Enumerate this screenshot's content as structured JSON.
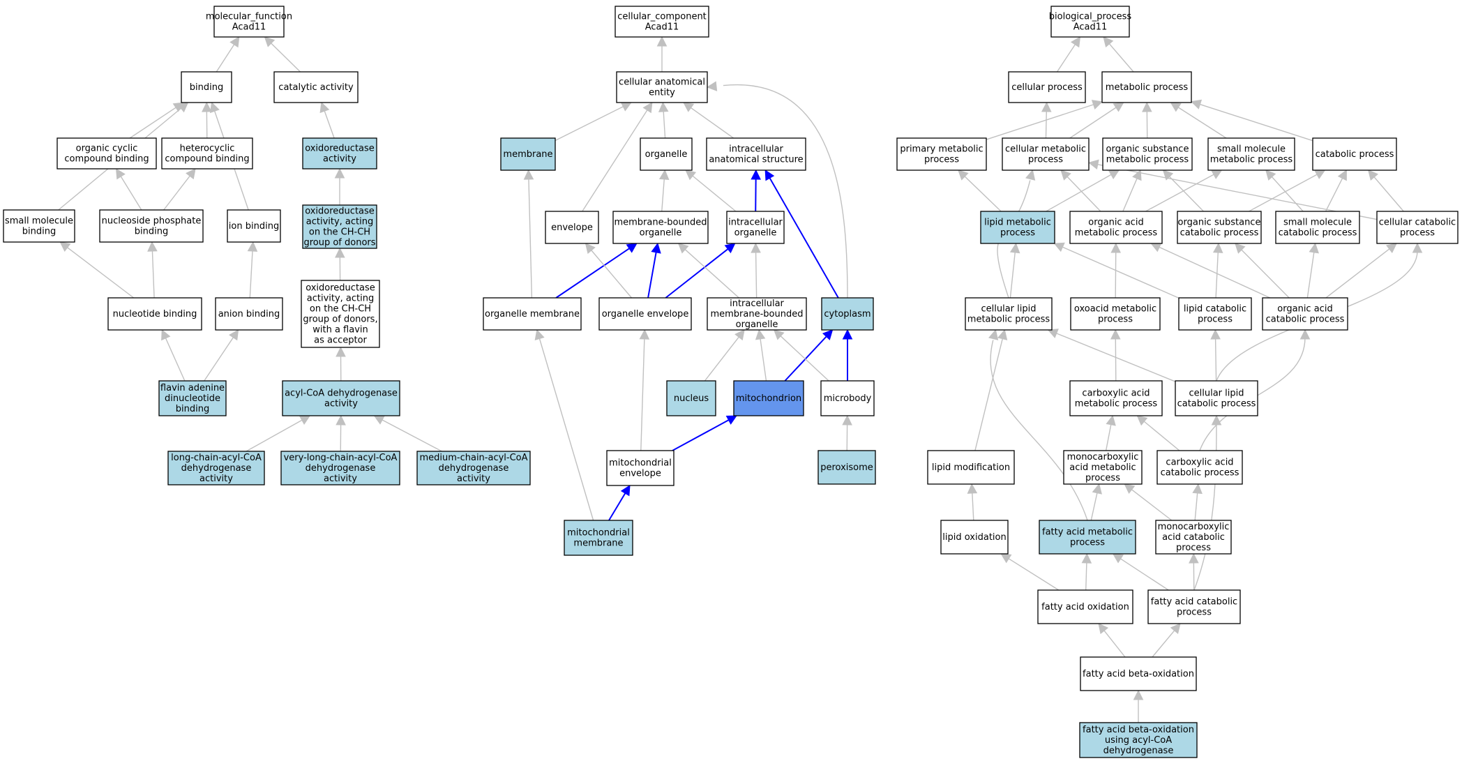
{
  "graph": {
    "colors": {
      "plain_fill": "#ffffff",
      "annotated_fill": "#add8e6",
      "focus_fill": "#6495ed",
      "edge_default": "#c0c0c0",
      "edge_highlight": "#0000ff",
      "border": "#000000"
    },
    "nodes": [
      {
        "id": "mf",
        "lines": [
          "molecular_function",
          "Acad11"
        ],
        "style": "plain"
      },
      {
        "id": "binding",
        "lines": [
          "binding"
        ],
        "style": "plain"
      },
      {
        "id": "catalytic",
        "lines": [
          "catalytic activity"
        ],
        "style": "plain"
      },
      {
        "id": "ocb",
        "lines": [
          "organic cyclic",
          "compound binding"
        ],
        "style": "plain"
      },
      {
        "id": "hcb",
        "lines": [
          "heterocyclic",
          "compound binding"
        ],
        "style": "plain"
      },
      {
        "id": "oxred",
        "lines": [
          "oxidoreductase",
          "activity"
        ],
        "style": "annotated"
      },
      {
        "id": "smb",
        "lines": [
          "small molecule",
          "binding"
        ],
        "style": "plain"
      },
      {
        "id": "npb",
        "lines": [
          "nucleoside phosphate",
          "binding"
        ],
        "style": "plain"
      },
      {
        "id": "ionb",
        "lines": [
          "ion binding"
        ],
        "style": "plain"
      },
      {
        "id": "oxch",
        "lines": [
          "oxidoreductase",
          "activity, acting",
          "on the CH-CH",
          "group of donors"
        ],
        "style": "annotated"
      },
      {
        "id": "nucb",
        "lines": [
          "nucleotide binding"
        ],
        "style": "plain"
      },
      {
        "id": "anionb",
        "lines": [
          "anion binding"
        ],
        "style": "plain"
      },
      {
        "id": "oxchf",
        "lines": [
          "oxidoreductase",
          "activity, acting",
          "on the CH-CH",
          "group of donors,",
          "with a flavin",
          "as acceptor"
        ],
        "style": "plain"
      },
      {
        "id": "fad",
        "lines": [
          "flavin adenine",
          "dinucleotide",
          "binding"
        ],
        "style": "annotated"
      },
      {
        "id": "acyl",
        "lines": [
          "acyl-CoA dehydrogenase",
          "activity"
        ],
        "style": "annotated"
      },
      {
        "id": "lcacd",
        "lines": [
          "long-chain-acyl-CoA",
          "dehydrogenase",
          "activity"
        ],
        "style": "annotated"
      },
      {
        "id": "vlcacd",
        "lines": [
          "very-long-chain-acyl-CoA",
          "dehydrogenase",
          "activity"
        ],
        "style": "annotated"
      },
      {
        "id": "mcacd",
        "lines": [
          "medium-chain-acyl-CoA",
          "dehydrogenase",
          "activity"
        ],
        "style": "annotated"
      },
      {
        "id": "cc",
        "lines": [
          "cellular_component",
          "Acad11"
        ],
        "style": "plain"
      },
      {
        "id": "cae",
        "lines": [
          "cellular anatomical",
          "entity"
        ],
        "style": "plain"
      },
      {
        "id": "membrane",
        "lines": [
          "membrane"
        ],
        "style": "annotated"
      },
      {
        "id": "organelle",
        "lines": [
          "organelle"
        ],
        "style": "plain"
      },
      {
        "id": "ias",
        "lines": [
          "intracellular",
          "anatomical structure"
        ],
        "style": "plain"
      },
      {
        "id": "envelope",
        "lines": [
          "envelope"
        ],
        "style": "plain"
      },
      {
        "id": "mbo",
        "lines": [
          "membrane-bounded",
          "organelle"
        ],
        "style": "plain"
      },
      {
        "id": "io",
        "lines": [
          "intracellular",
          "organelle"
        ],
        "style": "plain"
      },
      {
        "id": "om",
        "lines": [
          "organelle membrane"
        ],
        "style": "plain"
      },
      {
        "id": "oe",
        "lines": [
          "organelle envelope"
        ],
        "style": "plain"
      },
      {
        "id": "imbo",
        "lines": [
          "intracellular",
          "membrane-bounded",
          "organelle"
        ],
        "style": "plain"
      },
      {
        "id": "cytoplasm",
        "lines": [
          "cytoplasm"
        ],
        "style": "annotated"
      },
      {
        "id": "nucleus",
        "lines": [
          "nucleus"
        ],
        "style": "annotated"
      },
      {
        "id": "mito",
        "lines": [
          "mitochondrion"
        ],
        "style": "focus"
      },
      {
        "id": "microbody",
        "lines": [
          "microbody"
        ],
        "style": "plain"
      },
      {
        "id": "peroxisome",
        "lines": [
          "peroxisome"
        ],
        "style": "annotated"
      },
      {
        "id": "mitoenv",
        "lines": [
          "mitochondrial",
          "envelope"
        ],
        "style": "plain"
      },
      {
        "id": "mitomem",
        "lines": [
          "mitochondrial",
          "membrane"
        ],
        "style": "annotated"
      },
      {
        "id": "bp",
        "lines": [
          "biological_process",
          "Acad11"
        ],
        "style": "plain"
      },
      {
        "id": "cp",
        "lines": [
          "cellular process"
        ],
        "style": "plain"
      },
      {
        "id": "mp",
        "lines": [
          "metabolic process"
        ],
        "style": "plain"
      },
      {
        "id": "pmp",
        "lines": [
          "primary metabolic",
          "process"
        ],
        "style": "plain"
      },
      {
        "id": "cmp",
        "lines": [
          "cellular metabolic",
          "process"
        ],
        "style": "plain"
      },
      {
        "id": "osmp",
        "lines": [
          "organic substance",
          "metabolic process"
        ],
        "style": "plain"
      },
      {
        "id": "smmp",
        "lines": [
          "small molecule",
          "metabolic process"
        ],
        "style": "plain"
      },
      {
        "id": "catp",
        "lines": [
          "catabolic process"
        ],
        "style": "plain"
      },
      {
        "id": "lmp",
        "lines": [
          "lipid metabolic",
          "process"
        ],
        "style": "annotated"
      },
      {
        "id": "oamp",
        "lines": [
          "organic acid",
          "metabolic process"
        ],
        "style": "plain"
      },
      {
        "id": "oscp",
        "lines": [
          "organic substance",
          "catabolic process"
        ],
        "style": "plain"
      },
      {
        "id": "smcp",
        "lines": [
          "small molecule",
          "catabolic process"
        ],
        "style": "plain"
      },
      {
        "id": "ccp",
        "lines": [
          "cellular catabolic",
          "process"
        ],
        "style": "plain"
      },
      {
        "id": "clmp",
        "lines": [
          "cellular lipid",
          "metabolic process"
        ],
        "style": "plain"
      },
      {
        "id": "oxmp",
        "lines": [
          "oxoacid metabolic",
          "process"
        ],
        "style": "plain"
      },
      {
        "id": "lcp",
        "lines": [
          "lipid catabolic",
          "process"
        ],
        "style": "plain"
      },
      {
        "id": "oacp",
        "lines": [
          "organic acid",
          "catabolic process"
        ],
        "style": "plain"
      },
      {
        "id": "camp",
        "lines": [
          "carboxylic acid",
          "metabolic process"
        ],
        "style": "plain"
      },
      {
        "id": "clcp",
        "lines": [
          "cellular lipid",
          "catabolic process"
        ],
        "style": "plain"
      },
      {
        "id": "lmod",
        "lines": [
          "lipid modification"
        ],
        "style": "plain"
      },
      {
        "id": "mamp",
        "lines": [
          "monocarboxylic",
          "acid metabolic",
          "process"
        ],
        "style": "plain"
      },
      {
        "id": "cacp",
        "lines": [
          "carboxylic acid",
          "catabolic process"
        ],
        "style": "plain"
      },
      {
        "id": "lox",
        "lines": [
          "lipid oxidation"
        ],
        "style": "plain"
      },
      {
        "id": "famp",
        "lines": [
          "fatty acid metabolic",
          "process"
        ],
        "style": "annotated"
      },
      {
        "id": "macp",
        "lines": [
          "monocarboxylic",
          "acid catabolic",
          "process"
        ],
        "style": "plain"
      },
      {
        "id": "fao",
        "lines": [
          "fatty acid oxidation"
        ],
        "style": "plain"
      },
      {
        "id": "facp",
        "lines": [
          "fatty acid catabolic",
          "process"
        ],
        "style": "plain"
      },
      {
        "id": "fabo",
        "lines": [
          "fatty acid beta-oxidation"
        ],
        "style": "plain"
      },
      {
        "id": "faboa",
        "lines": [
          "fatty acid beta-oxidation",
          "using acyl-CoA",
          "dehydrogenase"
        ],
        "style": "annotated"
      }
    ],
    "edges": [
      {
        "from": "binding",
        "to": "mf"
      },
      {
        "from": "catalytic",
        "to": "mf"
      },
      {
        "from": "ocb",
        "to": "binding"
      },
      {
        "from": "hcb",
        "to": "binding"
      },
      {
        "from": "smb",
        "to": "binding"
      },
      {
        "from": "ionb",
        "to": "binding"
      },
      {
        "from": "oxred",
        "to": "catalytic"
      },
      {
        "from": "oxch",
        "to": "oxred"
      },
      {
        "from": "npb",
        "to": "ocb"
      },
      {
        "from": "npb",
        "to": "hcb"
      },
      {
        "from": "nucb",
        "to": "smb"
      },
      {
        "from": "nucb",
        "to": "npb"
      },
      {
        "from": "anionb",
        "to": "ionb"
      },
      {
        "from": "oxchf",
        "to": "oxch"
      },
      {
        "from": "fad",
        "to": "nucb"
      },
      {
        "from": "fad",
        "to": "anionb"
      },
      {
        "from": "acyl",
        "to": "oxchf"
      },
      {
        "from": "lcacd",
        "to": "acyl"
      },
      {
        "from": "vlcacd",
        "to": "acyl"
      },
      {
        "from": "mcacd",
        "to": "acyl"
      },
      {
        "from": "cae",
        "to": "cc"
      },
      {
        "from": "membrane",
        "to": "cae"
      },
      {
        "from": "organelle",
        "to": "cae"
      },
      {
        "from": "ias",
        "to": "cae"
      },
      {
        "from": "envelope",
        "to": "cae"
      },
      {
        "from": "cytoplasm",
        "to": "cae",
        "curve": "right"
      },
      {
        "from": "mbo",
        "to": "organelle"
      },
      {
        "from": "io",
        "to": "organelle"
      },
      {
        "from": "io",
        "to": "ias",
        "hl": true
      },
      {
        "from": "cytoplasm",
        "to": "ias",
        "hl": true
      },
      {
        "from": "om",
        "to": "membrane"
      },
      {
        "from": "om",
        "to": "mbo",
        "hl": true
      },
      {
        "from": "oe",
        "to": "mbo",
        "hl": true
      },
      {
        "from": "oe",
        "to": "envelope"
      },
      {
        "from": "oe",
        "to": "io",
        "hl": true
      },
      {
        "from": "imbo",
        "to": "mbo"
      },
      {
        "from": "imbo",
        "to": "io"
      },
      {
        "from": "nucleus",
        "to": "imbo"
      },
      {
        "from": "mito",
        "to": "imbo"
      },
      {
        "from": "mito",
        "to": "cytoplasm",
        "hl": true
      },
      {
        "from": "microbody",
        "to": "imbo"
      },
      {
        "from": "microbody",
        "to": "cytoplasm",
        "hl": true
      },
      {
        "from": "peroxisome",
        "to": "microbody"
      },
      {
        "from": "mitoenv",
        "to": "mito",
        "hl": true
      },
      {
        "from": "mitoenv",
        "to": "oe"
      },
      {
        "from": "mitomem",
        "to": "mitoenv",
        "hl": true
      },
      {
        "from": "mitomem",
        "to": "om"
      },
      {
        "from": "cp",
        "to": "bp"
      },
      {
        "from": "mp",
        "to": "bp"
      },
      {
        "from": "cmp",
        "to": "cp"
      },
      {
        "from": "pmp",
        "to": "mp"
      },
      {
        "from": "cmp",
        "to": "mp"
      },
      {
        "from": "osmp",
        "to": "mp"
      },
      {
        "from": "smmp",
        "to": "mp"
      },
      {
        "from": "catp",
        "to": "mp"
      },
      {
        "from": "lmp",
        "to": "pmp"
      },
      {
        "from": "lmp",
        "to": "osmp"
      },
      {
        "from": "oamp",
        "to": "cmp"
      },
      {
        "from": "oamp",
        "to": "osmp"
      },
      {
        "from": "oamp",
        "to": "smmp"
      },
      {
        "from": "oscp",
        "to": "osmp"
      },
      {
        "from": "oscp",
        "to": "catp"
      },
      {
        "from": "smcp",
        "to": "smmp"
      },
      {
        "from": "smcp",
        "to": "catp"
      },
      {
        "from": "ccp",
        "to": "cmp"
      },
      {
        "from": "ccp",
        "to": "catp"
      },
      {
        "from": "clmp",
        "to": "cmp",
        "curve": "left"
      },
      {
        "from": "clmp",
        "to": "lmp"
      },
      {
        "from": "oxmp",
        "to": "oamp"
      },
      {
        "from": "lcp",
        "to": "lmp"
      },
      {
        "from": "lcp",
        "to": "oscp"
      },
      {
        "from": "oacp",
        "to": "oamp"
      },
      {
        "from": "oacp",
        "to": "oscp"
      },
      {
        "from": "oacp",
        "to": "smcp"
      },
      {
        "from": "oacp",
        "to": "ccp"
      },
      {
        "from": "camp",
        "to": "oxmp"
      },
      {
        "from": "clcp",
        "to": "clmp"
      },
      {
        "from": "clcp",
        "to": "lcp"
      },
      {
        "from": "clcp",
        "to": "ccp",
        "curve": "right"
      },
      {
        "from": "lmod",
        "to": "clmp"
      },
      {
        "from": "mamp",
        "to": "camp"
      },
      {
        "from": "cacp",
        "to": "camp"
      },
      {
        "from": "cacp",
        "to": "oacp",
        "curve": "right"
      },
      {
        "from": "lox",
        "to": "lmod"
      },
      {
        "from": "famp",
        "to": "mamp"
      },
      {
        "from": "famp",
        "to": "clmp",
        "curve": "left"
      },
      {
        "from": "macp",
        "to": "mamp"
      },
      {
        "from": "macp",
        "to": "cacp"
      },
      {
        "from": "fao",
        "to": "lox"
      },
      {
        "from": "fao",
        "to": "famp"
      },
      {
        "from": "facp",
        "to": "famp"
      },
      {
        "from": "facp",
        "to": "macp"
      },
      {
        "from": "facp",
        "to": "clcp",
        "curve": "right"
      },
      {
        "from": "fabo",
        "to": "fao"
      },
      {
        "from": "fabo",
        "to": "facp"
      },
      {
        "from": "faboa",
        "to": "fabo"
      }
    ]
  }
}
